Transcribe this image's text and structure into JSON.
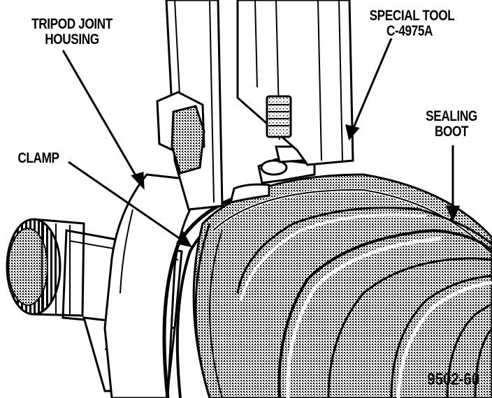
{
  "labels": {
    "tripod_joint_housing": [
      "TRIPOD JOINT",
      "HOUSING"
    ],
    "special_tool": [
      "SPECIAL TOOL",
      "C-4975A"
    ],
    "sealing_boot": [
      "SEALING",
      "BOOT"
    ],
    "clamp": "CLAMP"
  },
  "figure_id": "9502-60",
  "colors": {
    "ink": "#000000",
    "paper": "#ffffff",
    "shade": "#444444"
  }
}
